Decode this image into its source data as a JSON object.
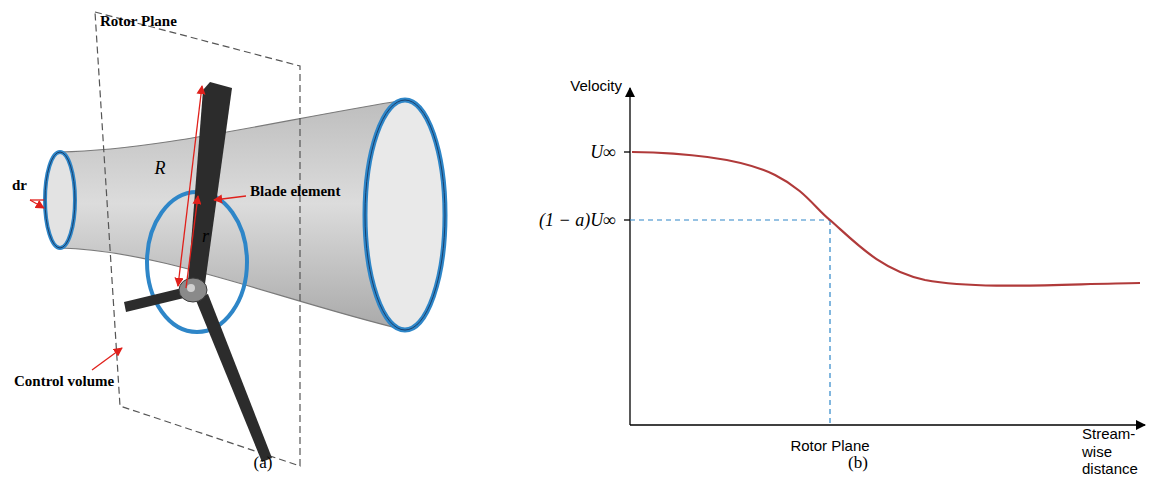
{
  "diagram": {
    "labels": [
      "Rotor Plane",
      "R",
      "r",
      "dr",
      "Blade element",
      "Control volume",
      "(a)",
      "Velocity",
      "U∞",
      "(1 − a)U∞",
      "Rotor Plane",
      "Stream-wise distance",
      "(b)"
    ]
  }
}
